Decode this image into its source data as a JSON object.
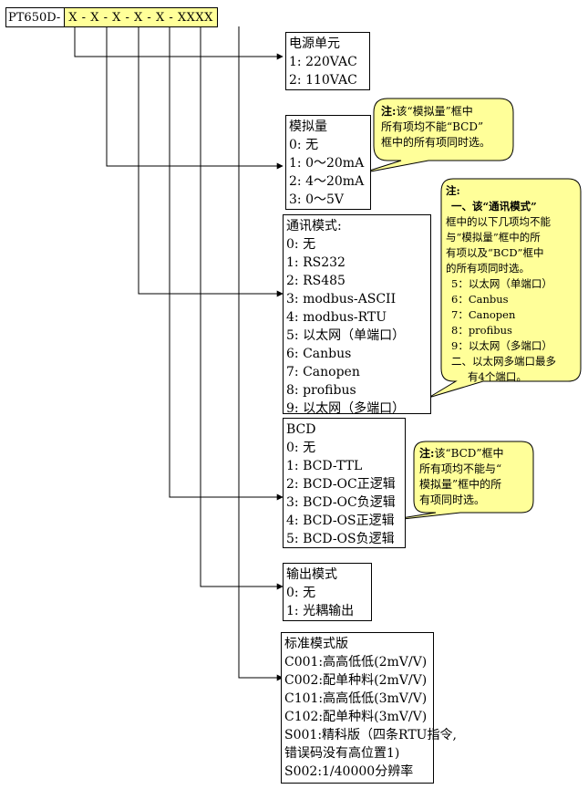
{
  "model_code": {
    "prefix": "PT650D-",
    "segments": "X - X - X - X - X - XXXX"
  },
  "boxes": {
    "power": {
      "title": "电源单元",
      "items": [
        "1: 220VAC",
        "2: 110VAC"
      ]
    },
    "analog": {
      "title": "模拟量",
      "items": [
        "0: 无",
        "1: 0～20mA",
        "2: 4～20mA",
        "3: 0～5V"
      ]
    },
    "comm": {
      "title": "通讯模式:",
      "items": [
        "0: 无",
        "1: RS232",
        "2: RS485",
        "3: modbus-ASCII",
        "4: modbus-RTU",
        "5: 以太网（单端口）",
        "6: Canbus",
        "7: Canopen",
        "8: profibus",
        "9: 以太网（多端口）"
      ]
    },
    "bcd": {
      "title": "BCD",
      "items": [
        "0: 无",
        "1: BCD-TTL",
        "2: BCD-OC正逻辑",
        "3: BCD-OC负逻辑",
        "4: BCD-OS正逻辑",
        "5: BCD-OS负逻辑"
      ]
    },
    "output": {
      "title": "输出模式",
      "items": [
        "0: 无",
        "1: 光耦输出"
      ]
    },
    "standard": {
      "title": "标准模式版",
      "items": [
        "C001:高高低低(2mV/V)",
        "C002:配单种料(2mV/V)",
        "C101:高高低低(3mV/V)",
        "C102:配单种料(3mV/V)",
        "S001:精科版（四条RTU指令,",
        "    错误码没有高位置1)",
        "S002:1/40000分辨率"
      ]
    }
  },
  "notes": {
    "analog_note": {
      "label": "注:",
      "lines": [
        "该“模拟量”框中",
        "所有项均不能“BCD”",
        "框中的所有项同时选。"
      ]
    },
    "comm_note": {
      "label": "注:",
      "lines": [
        "一、该“通讯模式”",
        "框中的以下几项均不能",
        "与“模拟量”框中的所",
        "有项以及“BCD”框中",
        "的所有项同时选。",
        "5：以太网（单端口）",
        "6：Canbus",
        "7：Canopen",
        "8：profibus",
        "9：以太网（多端口）",
        "二、以太网多端口最多",
        "有4个端口。"
      ]
    },
    "bcd_note": {
      "label": "注:",
      "lines": [
        "该“BCD”框中",
        "所有项均不能与“",
        "模拟量”框中的所",
        "有项同时选。"
      ]
    }
  },
  "colors": {
    "code_highlight": "#ffff99",
    "callout_fill": "#ffff99",
    "line": "#000000"
  }
}
